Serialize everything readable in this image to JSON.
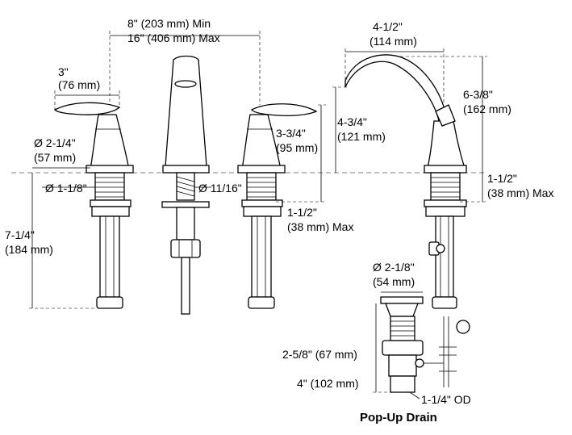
{
  "spacing": {
    "min": "8\" (203 mm) Min",
    "max": "16\" (406 mm) Max"
  },
  "handle": {
    "length_in": "3\"",
    "length_mm": "(76 mm)",
    "base_dia_in": "Ø 2-1/4\"",
    "base_dia_mm": "(57 mm)",
    "shank_dia": "Ø 1-1/8\"",
    "height_in": "3-3/4\"",
    "height_mm": "(95 mm)",
    "below_deck_in": "1-1/2\"",
    "below_deck_mm": "(38 mm) Max",
    "supply_len_in": "7-1/4\"",
    "supply_len_mm": "(184 mm)"
  },
  "spout": {
    "shank_dia": "Ø 11/16\"",
    "reach_in": "4-1/2\"",
    "reach_mm": "(114 mm)",
    "height_in": "6-3/8\"",
    "height_mm": "(162 mm)",
    "outlet_in": "4-3/4\"",
    "outlet_mm": "(121 mm)",
    "below_deck_in": "1-1/2\"",
    "below_deck_mm": "(38 mm) Max"
  },
  "drain": {
    "flange_in": "Ø 2-1/8\"",
    "flange_mm": "(54 mm)",
    "body_len": "2-5/8\" (67 mm)",
    "tail_len": "4\" (102 mm)",
    "tailpiece": "1-1/4\" OD",
    "caption": "Pop-Up Drain"
  }
}
